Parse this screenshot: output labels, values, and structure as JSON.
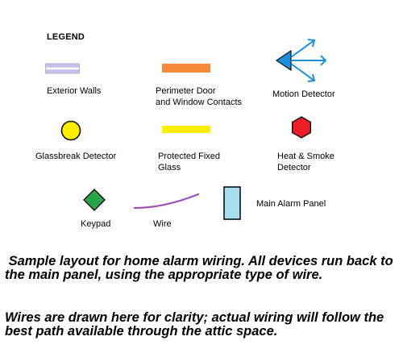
{
  "legend": {
    "title": "LEGEND",
    "items": {
      "exterior_walls": {
        "label": "Exterior Walls",
        "icon": "exterior-wall-symbol",
        "color": "#c8c0e8"
      },
      "perimeter_contacts": {
        "label_line1": "Perimeter Door",
        "label_line2": "and Window Contacts",
        "icon": "perimeter-contact-symbol",
        "color": "#f58a3a"
      },
      "motion_detector": {
        "label": "Motion Detector",
        "icon": "motion-detector-symbol",
        "color": "#1e8fd8"
      },
      "glassbreak_detector": {
        "label": "Glassbreak Detector",
        "icon": "glassbreak-detector-symbol",
        "color": "#ffee00"
      },
      "protected_fixed_glass": {
        "label_line1": "Protected Fixed",
        "label_line2": "Glass",
        "icon": "protected-glass-symbol",
        "color": "#ffee00"
      },
      "heat_smoke": {
        "label_line1": "Heat & Smoke",
        "label_line2": "Detector",
        "icon": "heat-smoke-detector-symbol",
        "color": "#ee1c24"
      },
      "keypad": {
        "label": "Keypad",
        "icon": "keypad-symbol",
        "color": "#2aa54a"
      },
      "wire": {
        "label": "Wire",
        "icon": "wire-symbol",
        "color": "#9b4fb8"
      },
      "main_panel": {
        "label": "Main Alarm Panel",
        "icon": "main-alarm-panel-symbol",
        "color": "#a8dcef"
      }
    }
  },
  "caption": {
    "paragraph1": " Sample layout for home alarm wiring. All devices run back to the main panel, using the appropriate type of wire.",
    "paragraph2": "Wires are drawn here for clarity; actual wiring will follow the best path available through the attic space."
  }
}
